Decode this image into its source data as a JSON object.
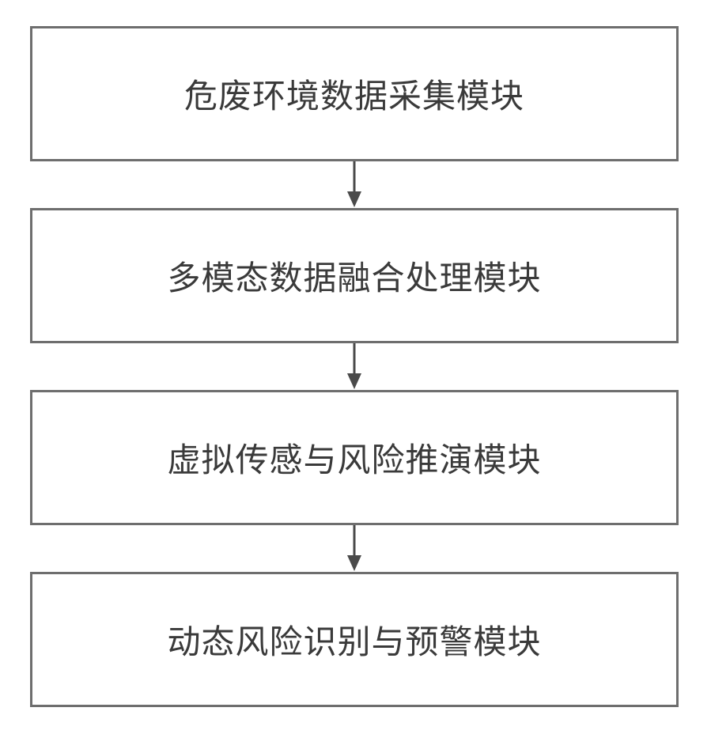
{
  "flowchart": {
    "modules": [
      {
        "label": "危废环境数据采集模块"
      },
      {
        "label": "多模态数据融合处理模块"
      },
      {
        "label": "虚拟传感与风险推演模块"
      },
      {
        "label": "动态风险识别与预警模块"
      }
    ],
    "colors": {
      "border": "#6e6e6e",
      "text": "#3a3a3a",
      "arrow": "#4a4a4a",
      "background": "#ffffff"
    }
  }
}
